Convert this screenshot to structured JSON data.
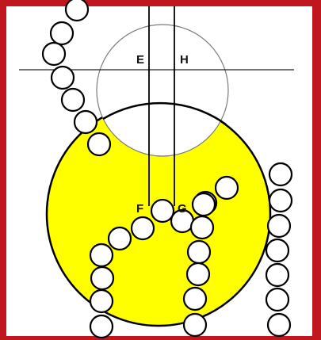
{
  "labels": {
    "E": "E",
    "H": "H",
    "F": "F",
    "G": "G"
  },
  "colors": {
    "frame": "#c0161d",
    "yellow_region": "#ffff00",
    "stroke": "#000000",
    "circle_outline": "#7a7a7a",
    "bead_fill": "#ffffff",
    "background": "#ffffff"
  }
}
